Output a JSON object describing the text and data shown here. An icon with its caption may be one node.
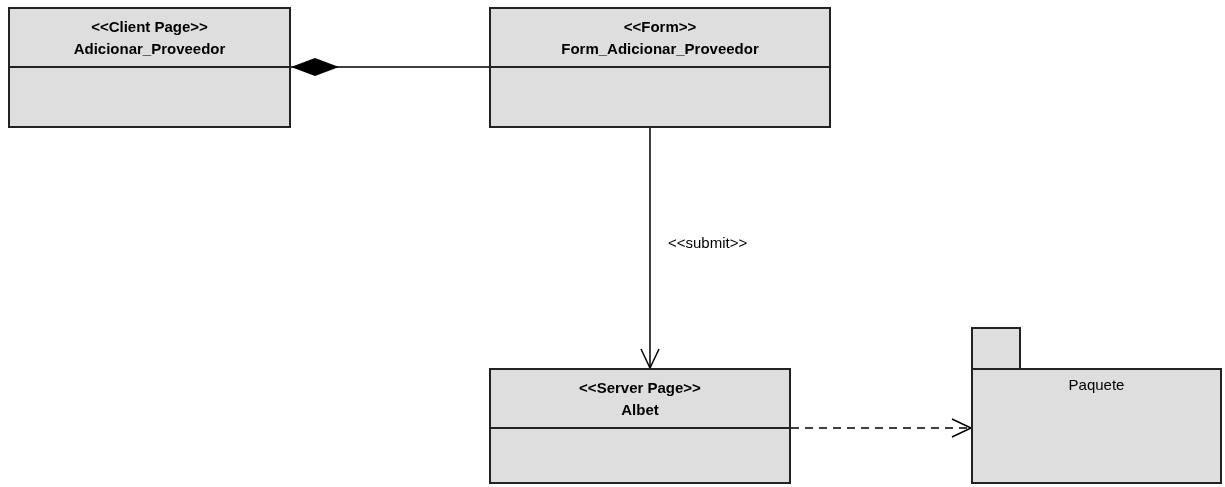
{
  "diagram": {
    "nodes": [
      {
        "text": [
          "<<Client Page>>",
          "Adicionar_Proveedor"
        ]
      },
      {
        "text": [
          "<<Form>>",
          "Form_Adicionar_Proveedor"
        ]
      },
      {
        "text": [
          "<<Server Page>>",
          "Albet"
        ]
      },
      {
        "text": [
          "Paquete"
        ]
      }
    ],
    "edges": [
      {
        "from": 0,
        "to": 1,
        "arrow": "other"
      },
      {
        "from": 1,
        "to": 2,
        "arrow": "to",
        "label": "<<submit>>"
      },
      {
        "from": 2,
        "to": 3,
        "arrow": "to",
        "style": "dashed"
      }
    ]
  }
}
